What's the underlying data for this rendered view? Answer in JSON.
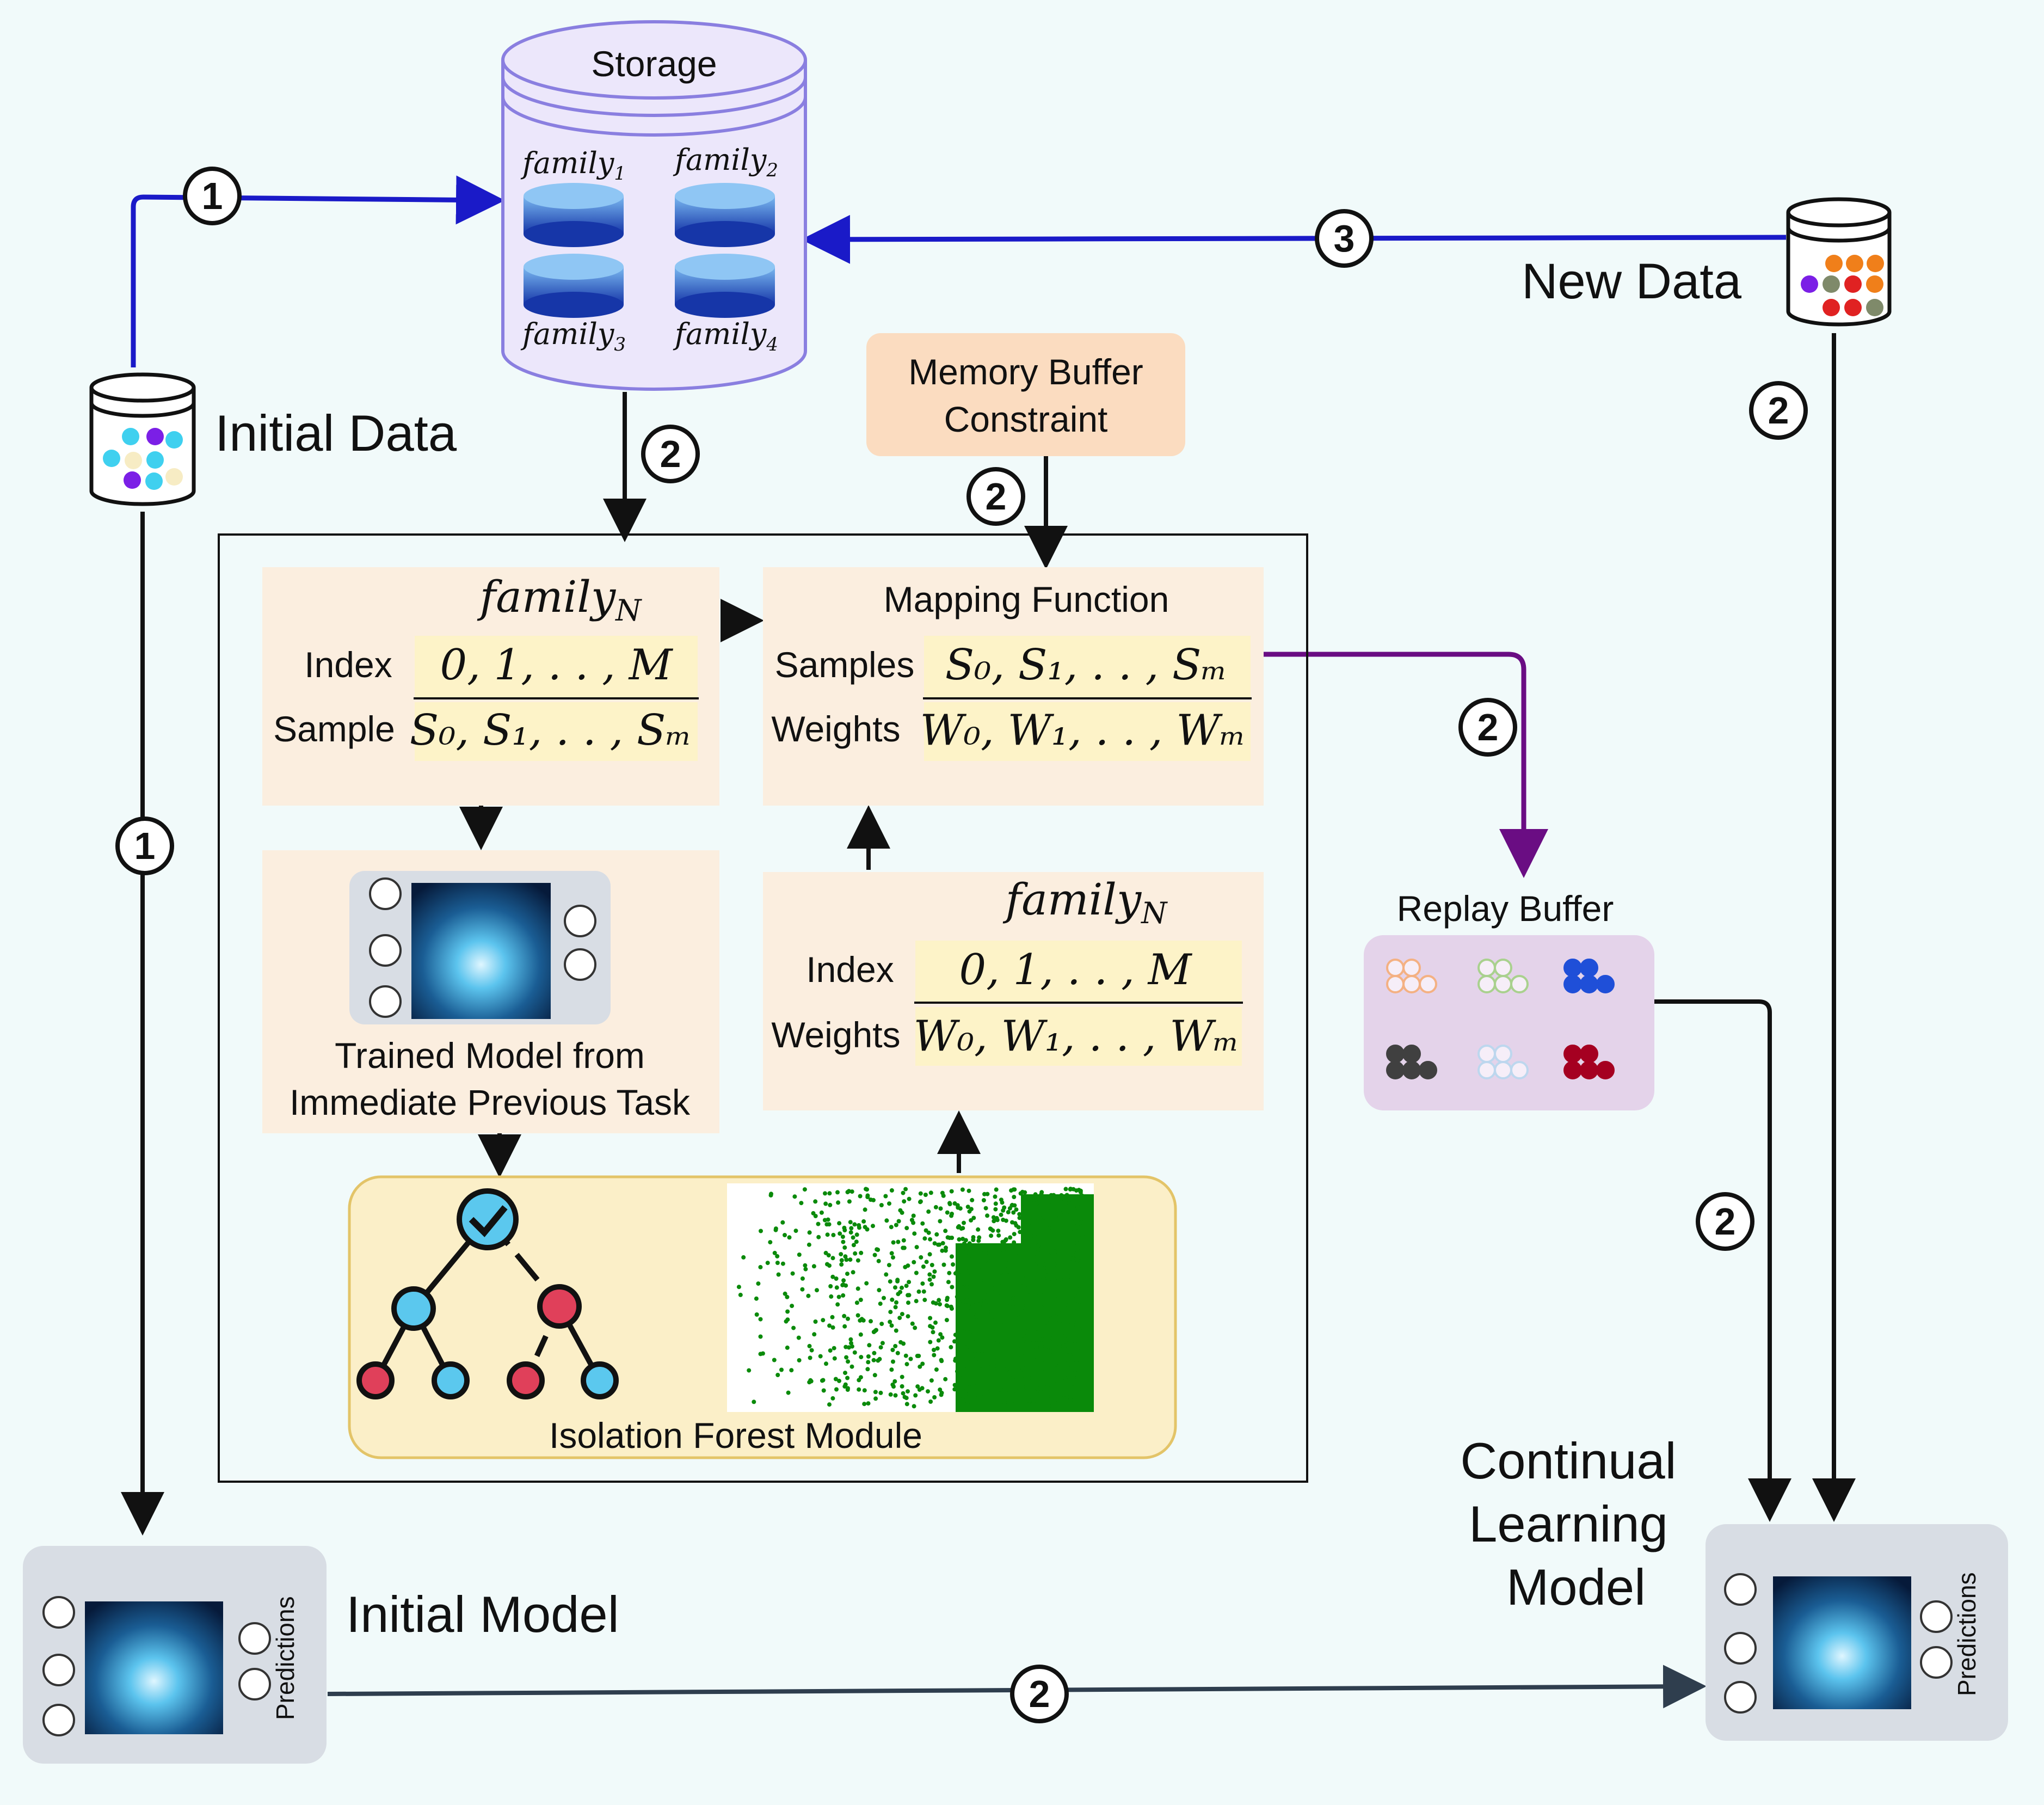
{
  "storage": {
    "title": "Storage",
    "families": [
      "family",
      "family",
      "family",
      "family"
    ],
    "family_subscripts": [
      "1",
      "2",
      "3",
      "4"
    ]
  },
  "initial_data": {
    "label": "Initial Data"
  },
  "new_data": {
    "label": "New Data"
  },
  "memory_buffer": {
    "line1": "Memory Buffer",
    "line2": "Constraint"
  },
  "family_table": {
    "title": "family",
    "title_subscript": "N",
    "row1_label": "Index",
    "row1_value": "0, 1, . . , M",
    "row2_label": "Sample",
    "row2_value": "S₀, S₁, . . , Sₘ"
  },
  "trained_model": {
    "line1": "Trained Model from",
    "line2": "Immediate Previous Task"
  },
  "mapping_function": {
    "title": "Mapping Function",
    "row1_label": "Samples",
    "row1_value": "S₀, S₁, . . , Sₘ",
    "row2_label": "Weights",
    "row2_value": "W₀, W₁, . . , Wₘ"
  },
  "weights_table": {
    "title": "family",
    "title_subscript": "N",
    "row1_label": "Index",
    "row1_value": "0, 1, . . , M",
    "row2_label": "Weights",
    "row2_value": "W₀, W₁, . . , Wₘ"
  },
  "isolation_forest": {
    "label": "Isolation Forest Module"
  },
  "replay_buffer": {
    "label": "Replay Buffer",
    "groups": [
      {
        "color": "#f4b183",
        "filled": false
      },
      {
        "color": "#a9d18e",
        "filled": false
      },
      {
        "color": "#1f4fd8",
        "filled": true
      },
      {
        "color": "#404040",
        "filled": true
      },
      {
        "color": "#bdd7ee",
        "filled": false
      },
      {
        "color": "#a50021",
        "filled": true
      }
    ]
  },
  "initial_model": {
    "label": "Initial Model",
    "predictions": "Predictions"
  },
  "continual_model": {
    "line1": "Continual",
    "line2": "Learning",
    "line3": "Model",
    "predictions": "Predictions"
  },
  "step_markers": {
    "s1_top": "1",
    "s1_left": "1",
    "s2_storage": "2",
    "s2_memory": "2",
    "s2_newdata": "2",
    "s2_mapping": "2",
    "s2_replay": "2",
    "s2_bottom": "2",
    "s3": "3"
  },
  "colors": {
    "blue_arrow": "#1a1ac8",
    "purple_arrow": "#6a0d83",
    "black_arrow": "#111111",
    "slate_arrow": "#2f3e4e",
    "storage_fill": "#ece7fb",
    "storage_stroke": "#8a7fe0",
    "peach_panel": "#fbeedf",
    "cream_cell": "#fdf3c8",
    "memory_fill": "#fbdcc0",
    "isolation_fill": "#fbefc8",
    "replay_fill": "#e4d3ea",
    "model_fill": "#d8dde4",
    "scatter_green": "#0a8a0a",
    "node_blue": "#5bc8ee",
    "node_red": "#e0405a"
  }
}
